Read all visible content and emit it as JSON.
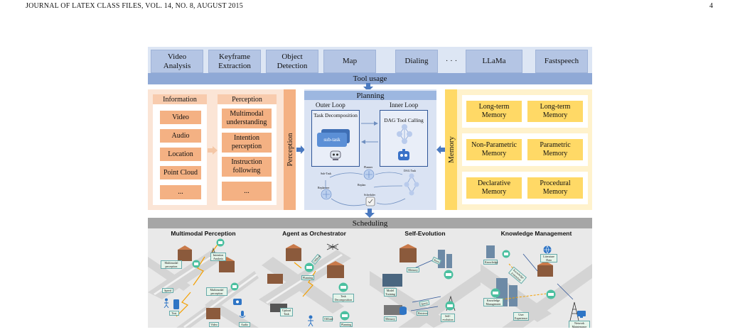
{
  "header": {
    "journal": "JOURNAL OF LATEX CLASS FILES, VOL. 14, NO. 8, AUGUST 2015",
    "page": "4"
  },
  "tools": [
    "Video\nAnalysis",
    "Keyframe\nExtraction",
    "Object\nDetection",
    "Map",
    "Dialing",
    "· · ·",
    "LLaMa",
    "Fastspeech"
  ],
  "tool_usage": "Tool usage",
  "information": {
    "title": "Information",
    "items": [
      "Video",
      "Audio",
      "Location",
      "Point Cloud",
      "..."
    ]
  },
  "perception": {
    "title": "Perception",
    "items": [
      "Multimodal understanding",
      "Intention perception",
      "Instruction following",
      "..."
    ],
    "bar_label": "Perception"
  },
  "planning": {
    "title": "Planning",
    "outer_loop": "Outer Loop",
    "inner_loop": "Inner Loop",
    "task_decomposition": "Task Decomposition",
    "sub_task_card": "sub-task",
    "dag_tool_calling": "DAG Tool Calling",
    "planner": "Planner",
    "sub_task": "Sub-Task",
    "dag_task": "DAG Task",
    "replan": "Replan",
    "replanner": "Replanner",
    "scheduler": "Scheduler"
  },
  "memory": {
    "bar_label": "Memory",
    "groups": [
      [
        "Long-term Memory",
        "Long-term Memory"
      ],
      [
        "Non-Parametric Memory",
        "Parametric Memory"
      ],
      [
        "Declarative Memory",
        "Procedural Memory"
      ]
    ]
  },
  "scheduling": "Scheduling",
  "scenes": [
    {
      "title": "Multimodal Perception",
      "labels": [
        "Intention Analysis",
        "Multimodal perception",
        "Multimodal perception",
        "Speed",
        "Text",
        "Video",
        "Audio"
      ]
    },
    {
      "title": "Agent as Orchestrator",
      "labels": [
        "Offload",
        "Planning",
        "Task Decomposition",
        "Upload Task",
        "Offload",
        "Planning"
      ]
    },
    {
      "title": "Self-Evolution",
      "labels": [
        "Store",
        "Memory",
        "Model Training",
        "Query",
        "Retrieve",
        "Memory",
        "Self-evolution"
      ]
    },
    {
      "title": "Knowledge Management",
      "labels": [
        "Literature Data",
        "Knowledge",
        "Knowledge Extraction",
        "Knowledge Management",
        "User Experience",
        "Network Maintenance"
      ]
    }
  ],
  "colors": {
    "tool_blue": "#b4c5e4",
    "bar_blue": "#8fa9d6",
    "orange": "#f4b183",
    "yellow": "#ffd966",
    "scheduling_gray": "#a6a6a6"
  }
}
